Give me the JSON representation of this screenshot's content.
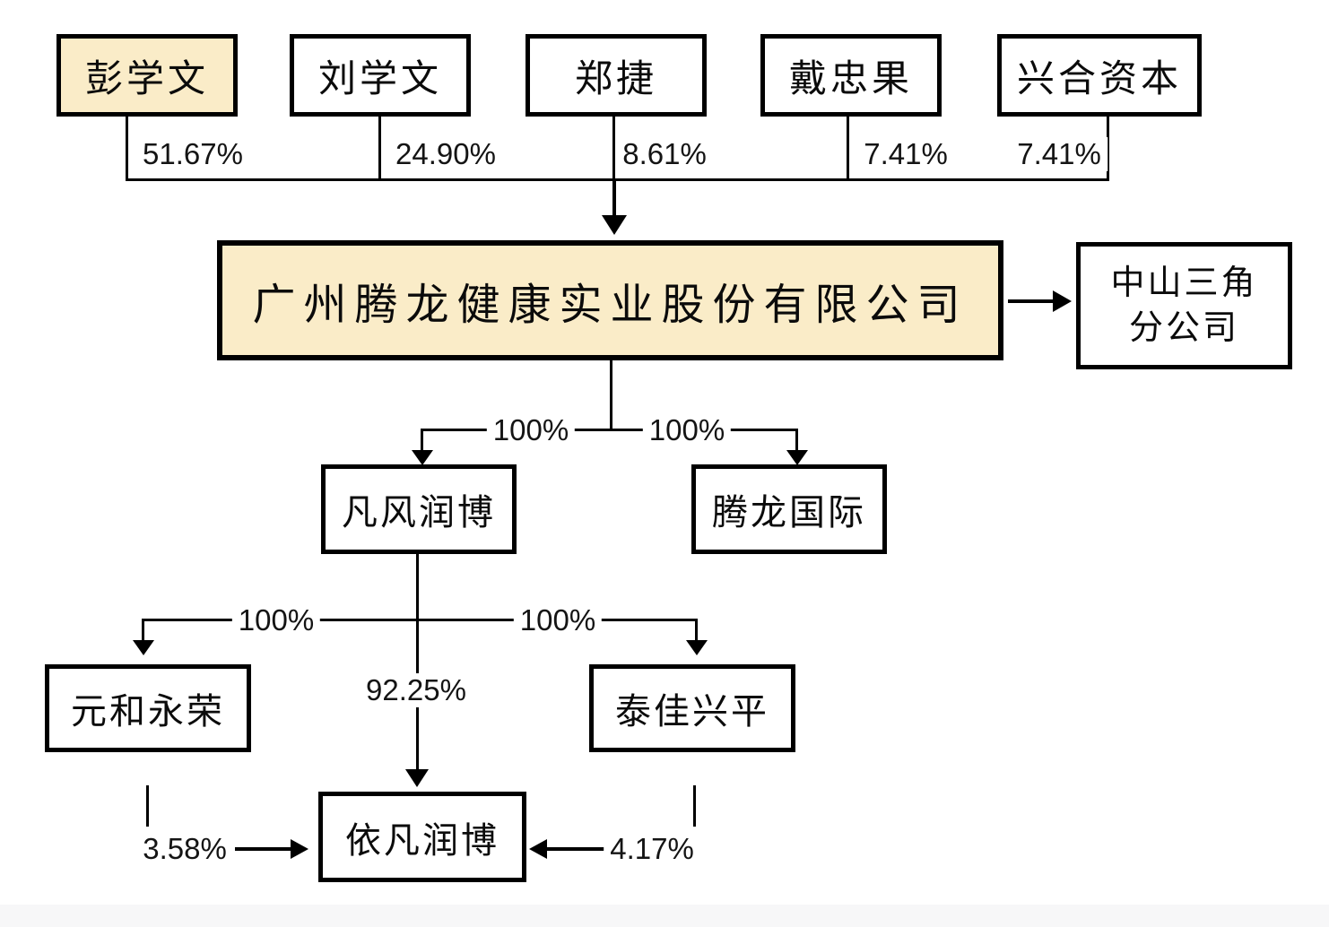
{
  "colors": {
    "highlight_fill": "#faecc8",
    "line_color": "#000000",
    "background": "#ffffff",
    "footer_strip": "#f7f7f8"
  },
  "shareholders": [
    {
      "name": "彭学文",
      "pct": "51.67%",
      "highlighted": true
    },
    {
      "name": "刘学文",
      "pct": "24.90%",
      "highlighted": false
    },
    {
      "name": "郑捷",
      "pct": "8.61%",
      "highlighted": false
    },
    {
      "name": "戴忠果",
      "pct": "7.41%",
      "highlighted": false
    },
    {
      "name": "兴合资本",
      "pct": "7.41%",
      "highlighted": false
    }
  ],
  "company": {
    "name": "广州腾龙健康实业股份有限公司",
    "highlighted": true
  },
  "branch": {
    "name": "中山三角分公司",
    "line1": "中山三角",
    "line2": "分公司"
  },
  "subsidiaries": [
    {
      "name": "凡风润博",
      "pct": "100%"
    },
    {
      "name": "腾龙国际",
      "pct": "100%"
    }
  ],
  "grandchildren": [
    {
      "name": "元和永荣",
      "pct": "100%"
    },
    {
      "name": "泰佳兴平",
      "pct": "100%"
    }
  ],
  "bottom": {
    "name": "依凡润博",
    "pct_from_fanfeng": "92.25%",
    "pct_from_yuanhe": "3.58%",
    "pct_from_taijia": "4.17%"
  }
}
